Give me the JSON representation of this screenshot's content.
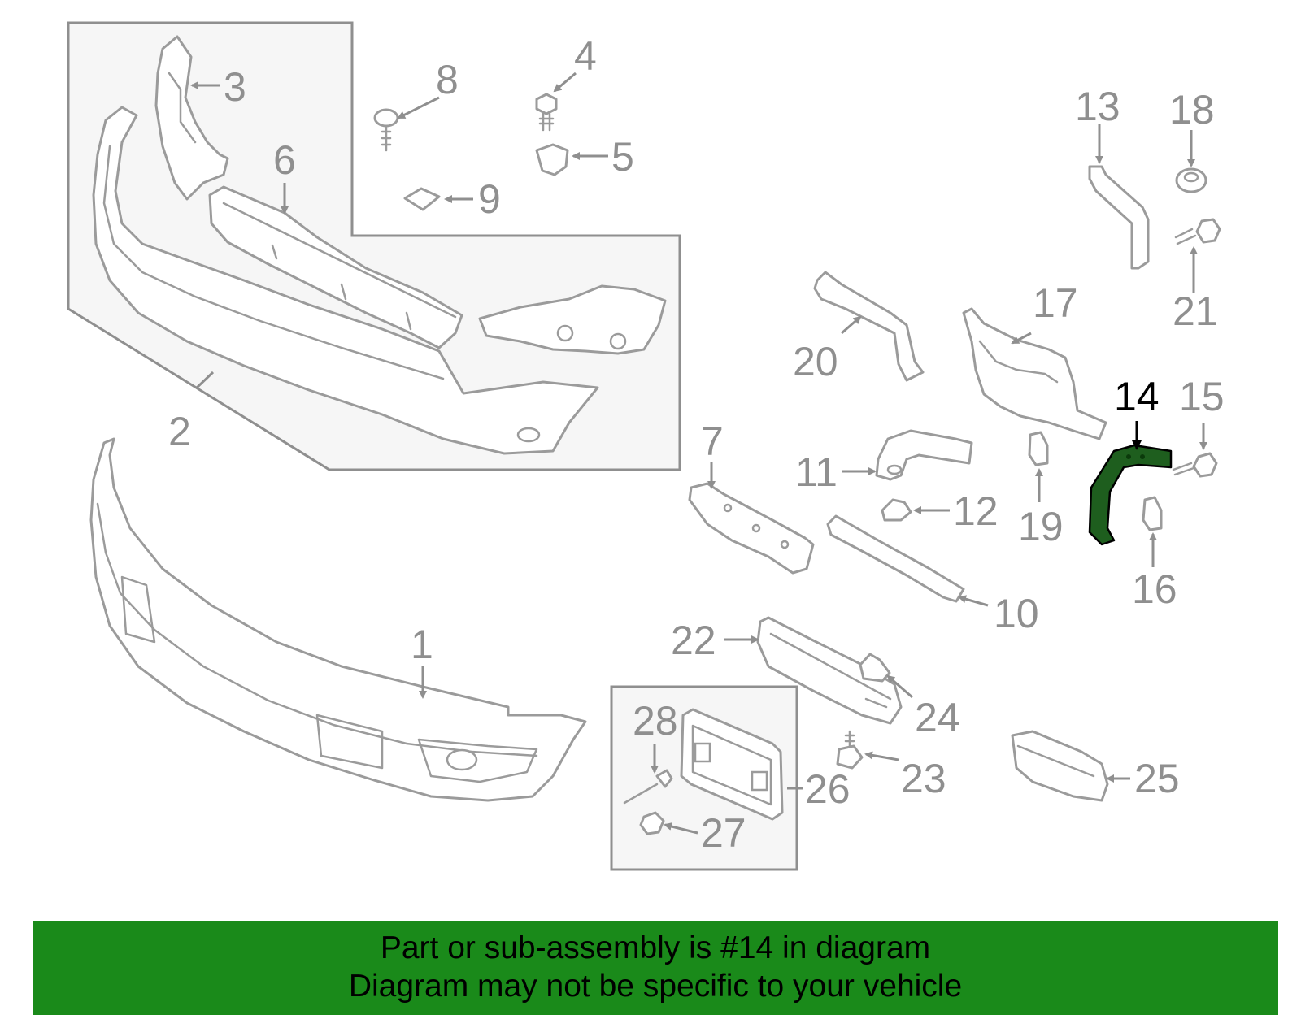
{
  "diagram": {
    "highlight_color": "#1a8a1a",
    "highlighted_part": "14",
    "callouts": [
      "1",
      "2",
      "3",
      "4",
      "5",
      "6",
      "7",
      "8",
      "9",
      "10",
      "11",
      "12",
      "13",
      "14",
      "15",
      "16",
      "17",
      "18",
      "19",
      "20",
      "21",
      "22",
      "23",
      "24",
      "25",
      "26",
      "27",
      "28"
    ]
  },
  "banner": {
    "line1": "Part or sub-assembly is #14 in diagram",
    "line2": "Diagram may not be specific to your vehicle"
  }
}
